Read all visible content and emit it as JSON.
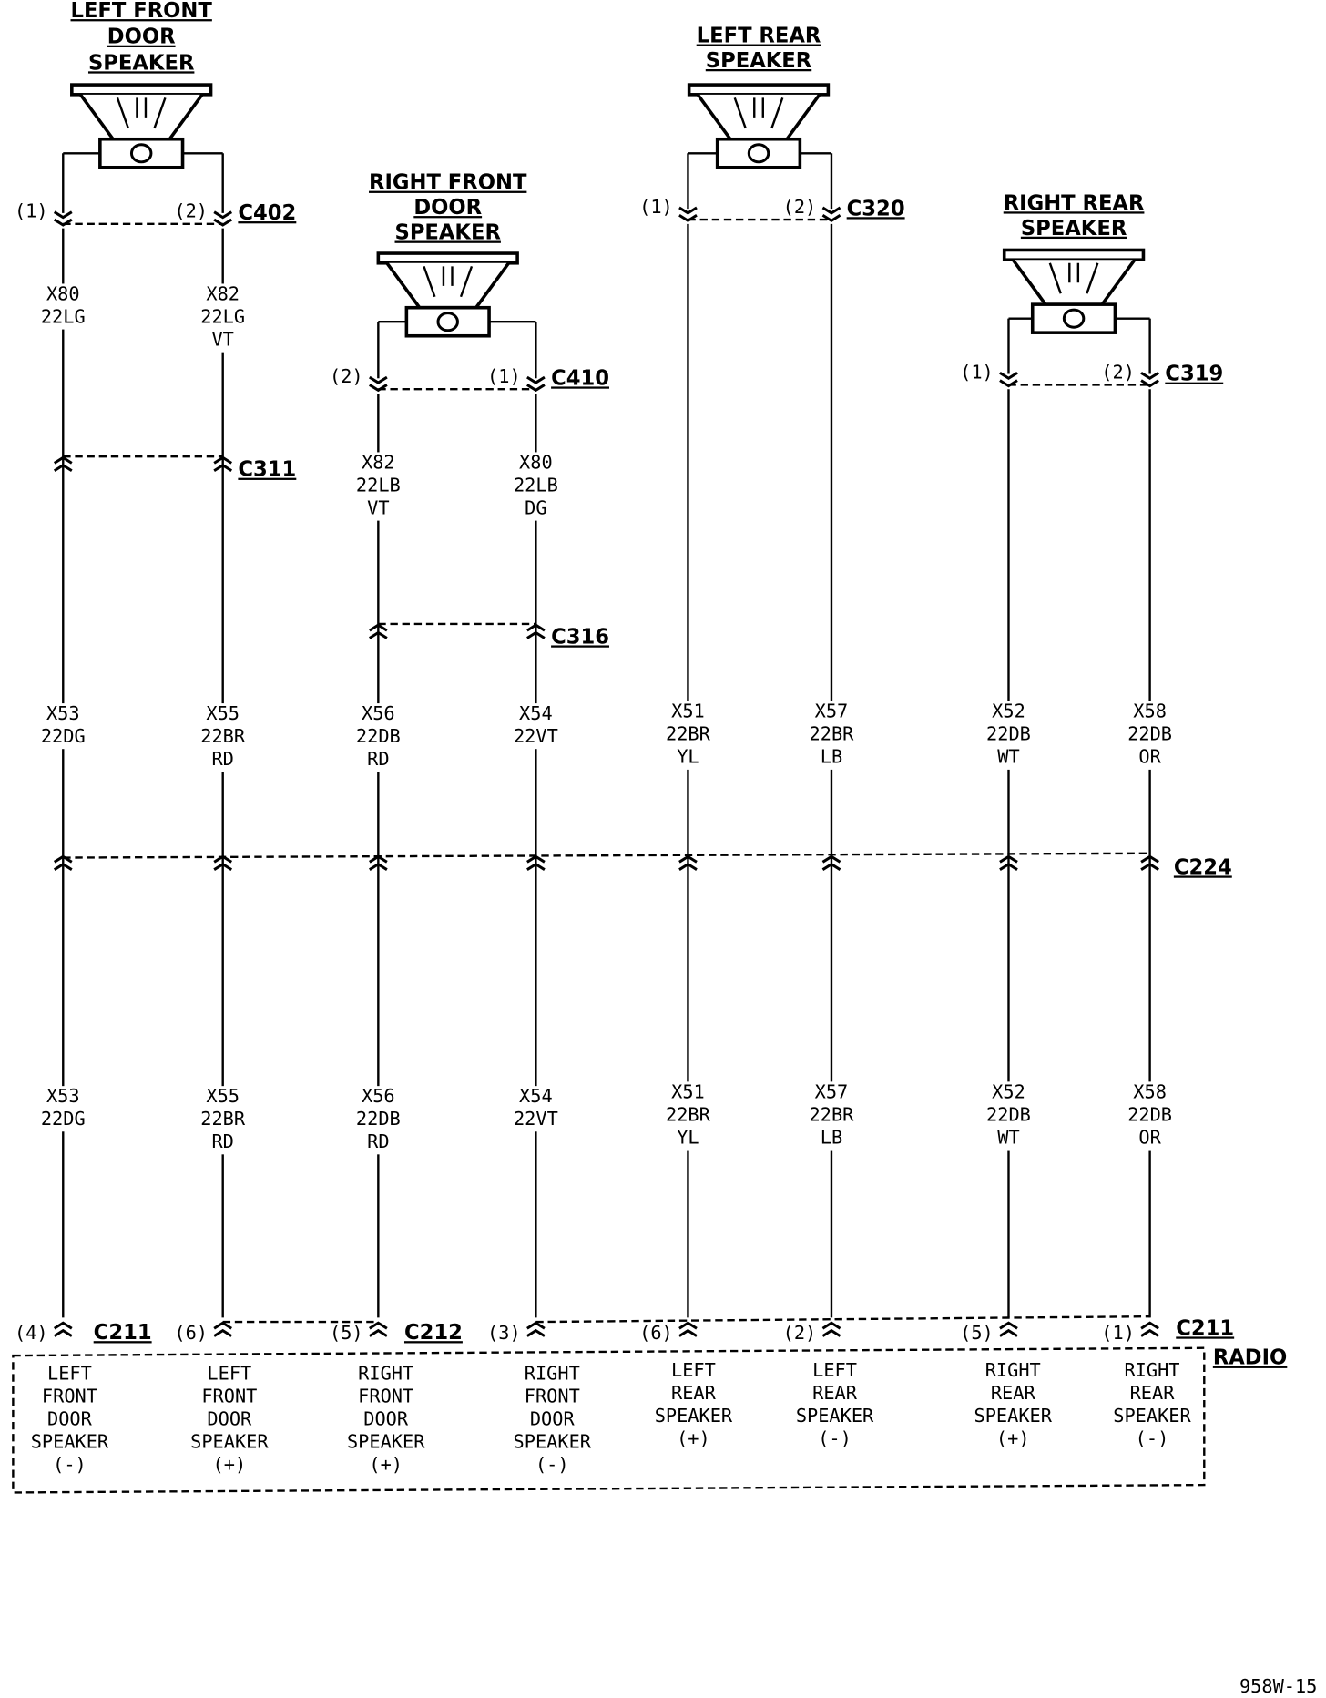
{
  "speakers": [
    {
      "id": "left-front-door",
      "title": [
        "LEFT FRONT",
        "DOOR",
        "SPEAKER"
      ]
    },
    {
      "id": "right-front-door",
      "title": [
        "RIGHT FRONT",
        "DOOR",
        "SPEAKER"
      ]
    },
    {
      "id": "left-rear",
      "title": [
        "LEFT REAR",
        "SPEAKER"
      ]
    },
    {
      "id": "right-rear",
      "title": [
        "RIGHT REAR",
        "SPEAKER"
      ]
    }
  ],
  "connectors": {
    "c402": {
      "name": "C402",
      "pins": [
        "(1)",
        "(2)"
      ]
    },
    "c311": {
      "name": "C311"
    },
    "c410": {
      "name": "C410",
      "pins": [
        "(2)",
        "(1)"
      ]
    },
    "c316": {
      "name": "C316"
    },
    "c320": {
      "name": "C320",
      "pins": [
        "(1)",
        "(2)"
      ]
    },
    "c319": {
      "name": "C319",
      "pins": [
        "(1)",
        "(2)"
      ]
    },
    "c224": {
      "name": "C224"
    },
    "c211a": {
      "name": "C211"
    },
    "c212": {
      "name": "C212"
    },
    "c211b": {
      "name": "C211"
    }
  },
  "wires": [
    {
      "top": [
        "X80",
        "22LG"
      ],
      "mid": [
        "X53",
        "22DG"
      ],
      "low": [
        "X53",
        "22DG"
      ]
    },
    {
      "top": [
        "X82",
        "22LG",
        "VT"
      ],
      "mid": [
        "X55",
        "22BR",
        "RD"
      ],
      "low": [
        "X55",
        "22BR",
        "RD"
      ]
    },
    {
      "top": [
        "X82",
        "22LB",
        "VT"
      ],
      "mid": [
        "X56",
        "22DB",
        "RD"
      ],
      "low": [
        "X56",
        "22DB",
        "RD"
      ]
    },
    {
      "top": [
        "X80",
        "22LB",
        "DG"
      ],
      "mid": [
        "X54",
        "22VT"
      ],
      "low": [
        "X54",
        "22VT"
      ]
    },
    {
      "mid": [
        "X51",
        "22BR",
        "YL"
      ],
      "low": [
        "X51",
        "22BR",
        "YL"
      ]
    },
    {
      "mid": [
        "X57",
        "22BR",
        "LB"
      ],
      "low": [
        "X57",
        "22BR",
        "LB"
      ]
    },
    {
      "mid": [
        "X52",
        "22DB",
        "WT"
      ],
      "low": [
        "X52",
        "22DB",
        "WT"
      ]
    },
    {
      "mid": [
        "X58",
        "22DB",
        "OR"
      ],
      "low": [
        "X58",
        "22DB",
        "OR"
      ]
    }
  ],
  "radio": {
    "name": "RADIO",
    "pins": [
      "(4)",
      "(6)",
      "(5)",
      "(3)",
      "(6)",
      "(2)",
      "(5)",
      "(1)"
    ],
    "terminals": [
      [
        "LEFT",
        "FRONT",
        "DOOR",
        "SPEAKER",
        "(-)"
      ],
      [
        "LEFT",
        "FRONT",
        "DOOR",
        "SPEAKER",
        "(+)"
      ],
      [
        "RIGHT",
        "FRONT",
        "DOOR",
        "SPEAKER",
        "(+)"
      ],
      [
        "RIGHT",
        "FRONT",
        "DOOR",
        "SPEAKER",
        "(-)"
      ],
      [
        "LEFT",
        "REAR",
        "SPEAKER",
        "(+)"
      ],
      [
        "LEFT",
        "REAR",
        "SPEAKER",
        "(-)"
      ],
      [
        "RIGHT",
        "REAR",
        "SPEAKER",
        "(+)"
      ],
      [
        "RIGHT",
        "REAR",
        "SPEAKER",
        "(-)"
      ]
    ]
  },
  "figure_id": "958W-15"
}
